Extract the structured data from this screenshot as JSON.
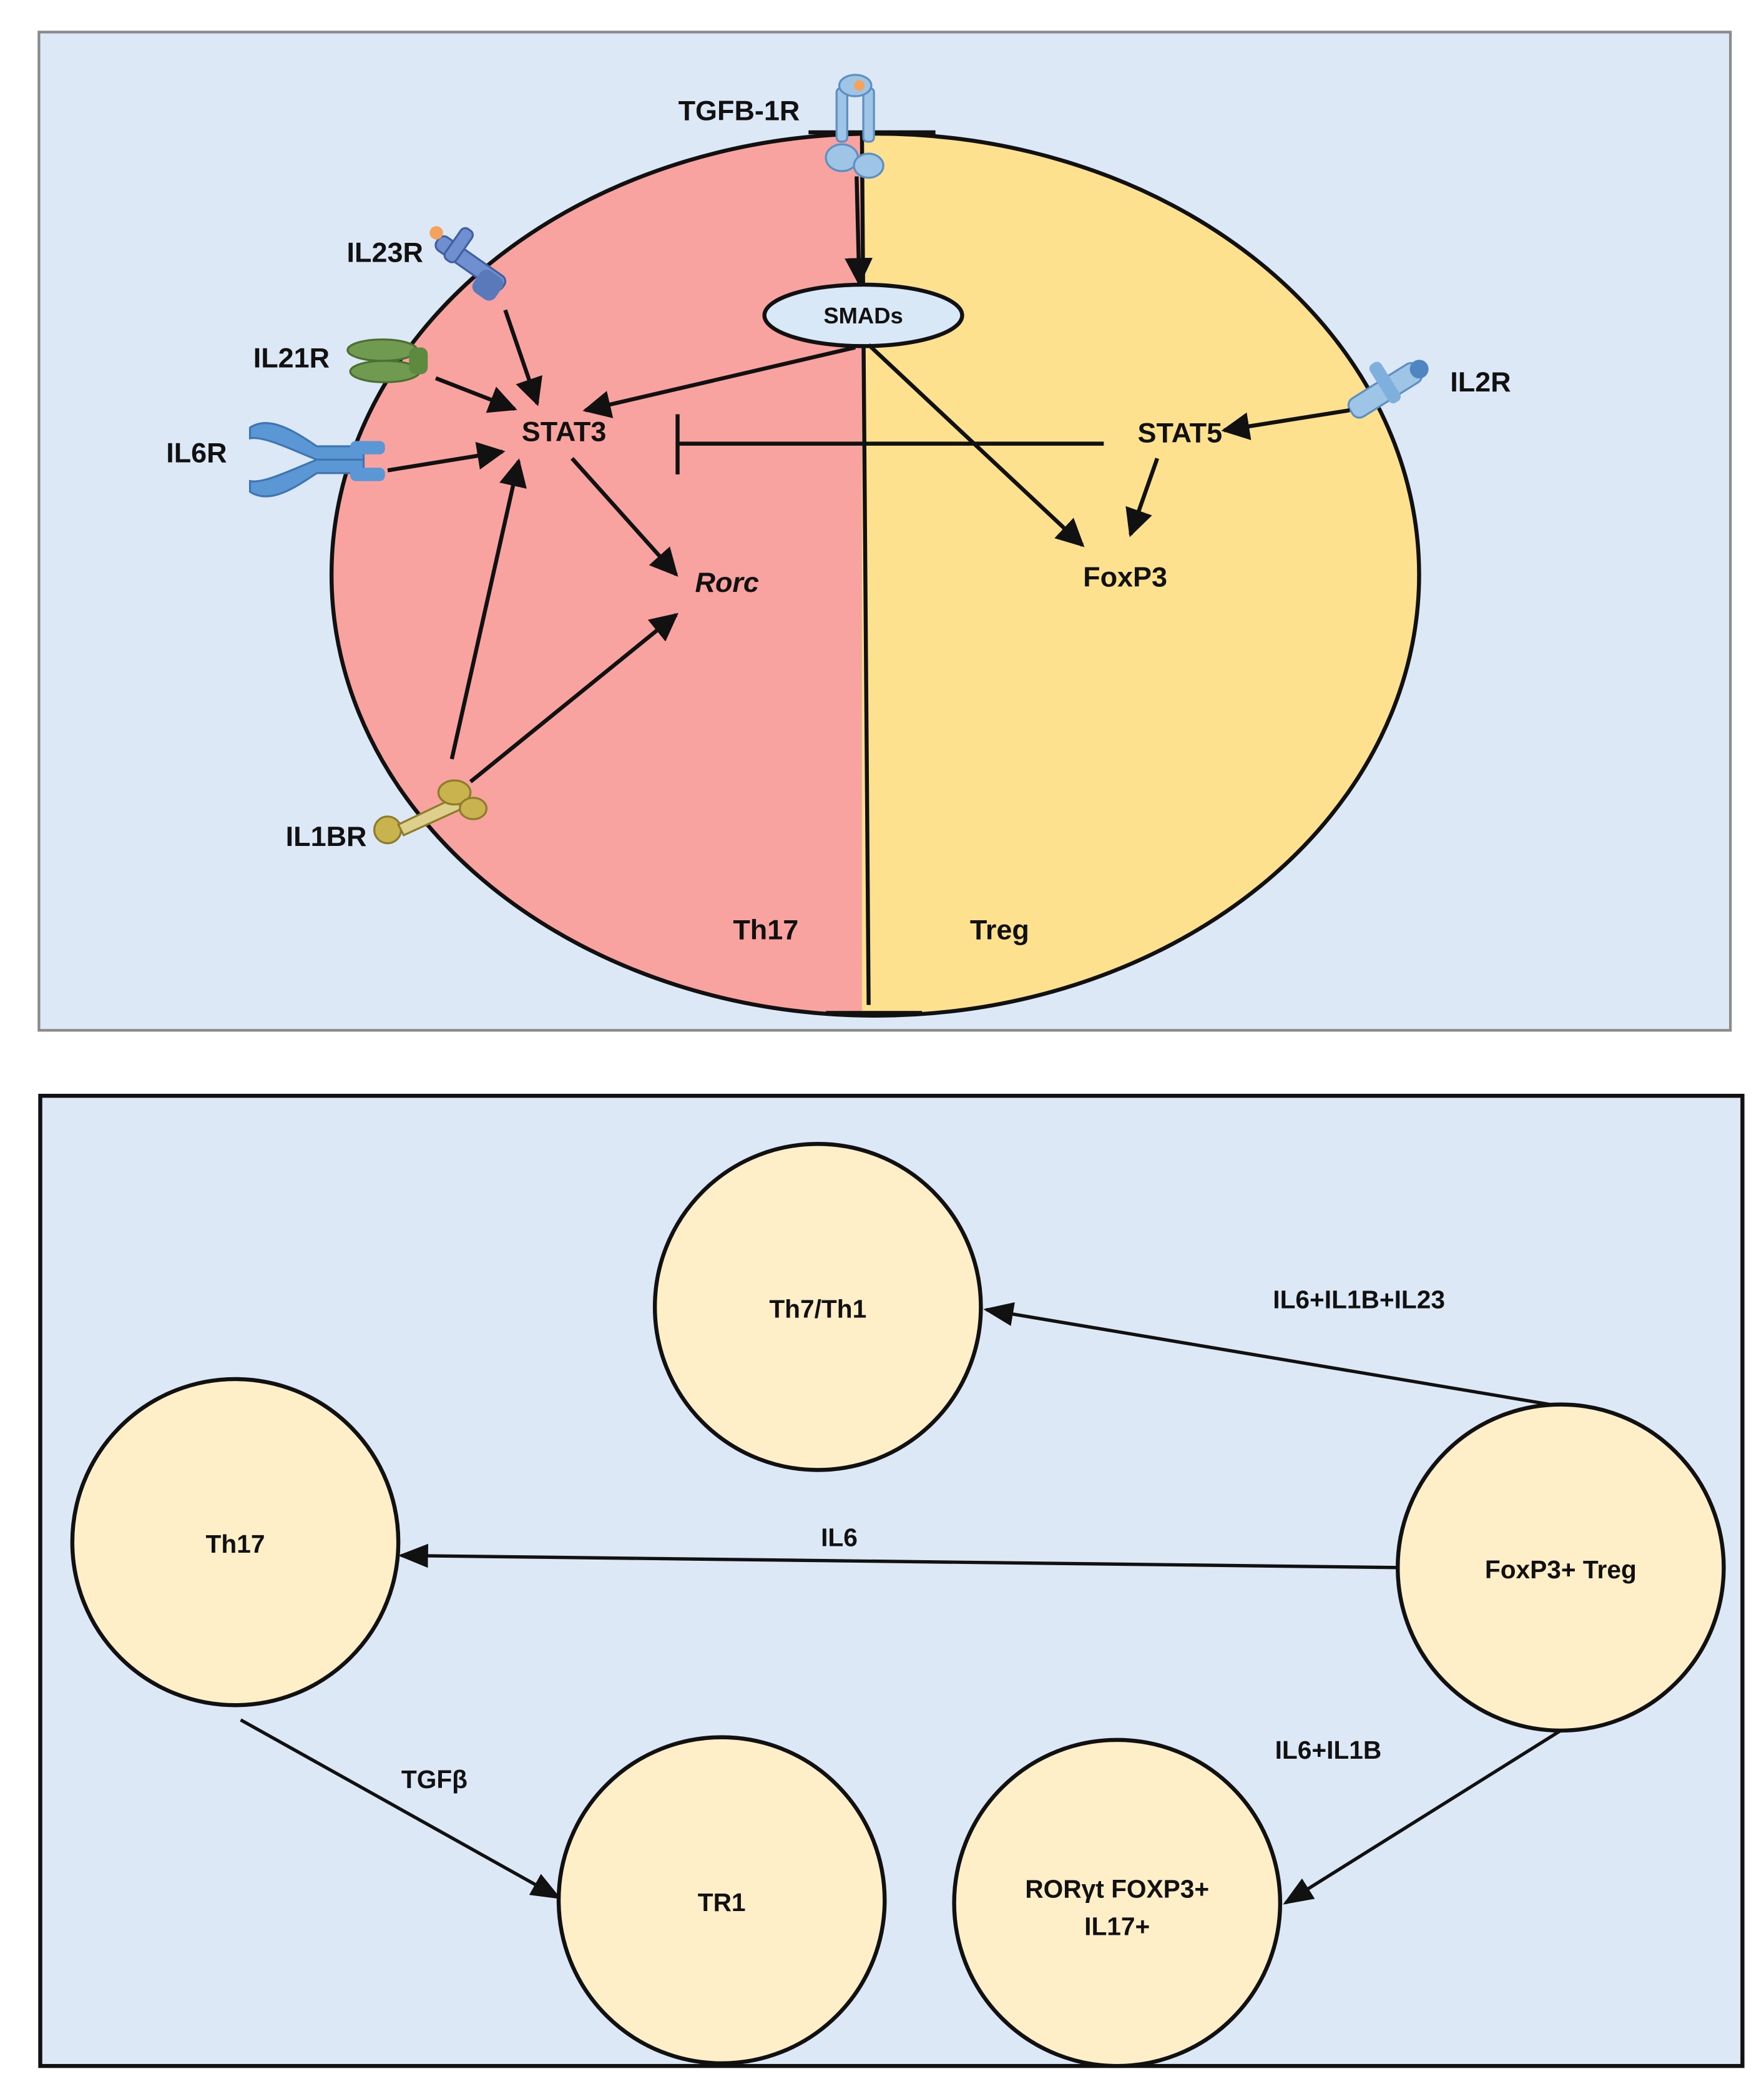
{
  "colors": {
    "panel_bg": "#dce8f6",
    "th17_fill": "#f8a3a0",
    "treg_fill": "#fde18f",
    "cell_fill": "#feefc8",
    "line": "#111111"
  },
  "top_panel": {
    "receptors": {
      "tgfb1r": "TGFB-1R",
      "il23r": "IL23R",
      "il21r": "IL21R",
      "il6r": "IL6R",
      "il1br": "IL1BR",
      "il2r": "IL2R"
    },
    "nodes": {
      "smads": "SMADs",
      "stat3": "STAT3",
      "stat5": "STAT5",
      "rorc": "Rorc",
      "foxp3": "FoxP3"
    },
    "regions": {
      "th17": "Th17",
      "treg": "Treg"
    }
  },
  "bottom_panel": {
    "cells": {
      "th7_th1": "Th7/Th1",
      "th17": "Th17",
      "foxp3_treg": "FoxP3+ Treg",
      "tr1": "TR1",
      "ror_line1": "RORγt FOXP3+",
      "ror_line2": "IL17+"
    },
    "edges": {
      "to_th7": "IL6+IL1B+IL23",
      "to_th17": "IL6",
      "to_tr1": "TGFβ",
      "to_ror": "IL6+IL1B"
    }
  }
}
